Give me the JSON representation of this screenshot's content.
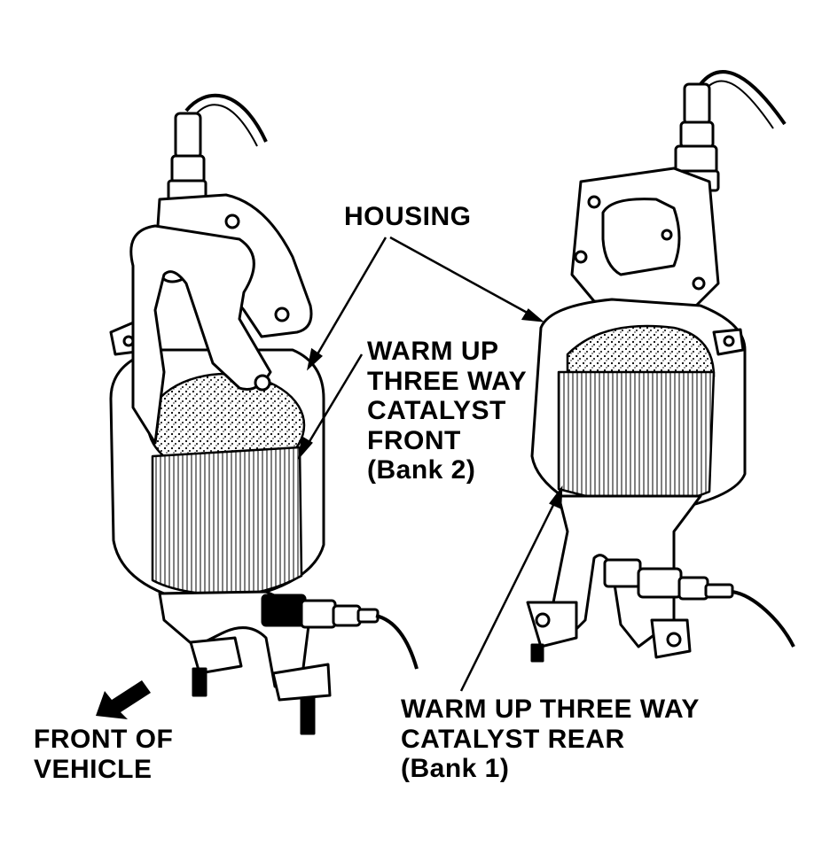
{
  "labels": {
    "housing": "HOUSING",
    "front_catalyst": [
      "WARM UP",
      "THREE WAY",
      "CATALYST",
      "FRONT",
      "(Bank 2)"
    ],
    "rear_catalyst": [
      "WARM UP THREE WAY",
      "CATALYST REAR",
      "(Bank 1)"
    ],
    "front_of_vehicle": [
      "FRONT OF",
      "VEHICLE"
    ]
  },
  "colors": {
    "ink": "#000000",
    "paper": "#ffffff"
  }
}
